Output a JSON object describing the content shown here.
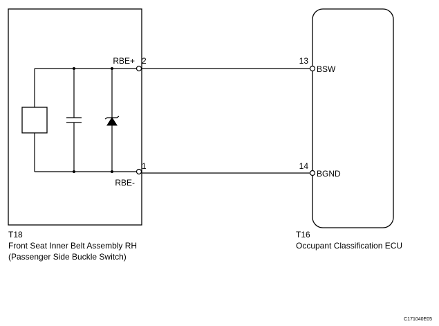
{
  "left_component": {
    "connector": "T18",
    "name": "Front Seat Inner Belt Assembly RH",
    "subtitle": "(Passenger Side Buckle Switch)",
    "pins": [
      {
        "terminal": "RBE+",
        "number": "2"
      },
      {
        "terminal": "RBE-",
        "number": "1"
      }
    ]
  },
  "right_component": {
    "connector": "T16",
    "name": "Occupant Classification ECU",
    "pins": [
      {
        "terminal": "BSW",
        "number": "13"
      },
      {
        "terminal": "BGND",
        "number": "14"
      }
    ]
  },
  "figure_id": "C171040E05"
}
